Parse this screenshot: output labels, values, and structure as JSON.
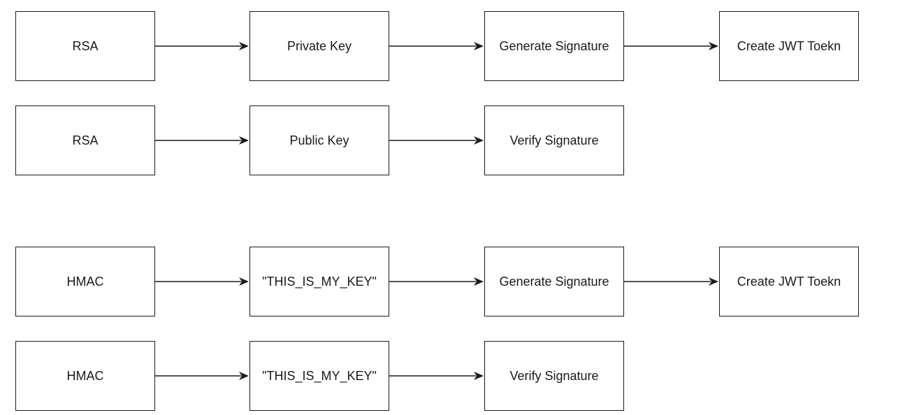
{
  "colors": {
    "background": "#ffffff",
    "stroke": "#1a1a1a",
    "text": "#1a1a1a"
  },
  "flows": [
    {
      "id": "rsa-sign",
      "steps": [
        "RSA",
        "Private Key",
        "Generate Signature",
        "Create JWT Toekn"
      ]
    },
    {
      "id": "rsa-verify",
      "steps": [
        "RSA",
        "Public Key",
        "Verify Signature"
      ]
    },
    {
      "id": "hmac-sign",
      "steps": [
        "HMAC",
        "\"THIS_IS_MY_KEY\"",
        "Generate Signature",
        "Create JWT Toekn"
      ]
    },
    {
      "id": "hmac-verify",
      "steps": [
        "HMAC",
        "\"THIS_IS_MY_KEY\"",
        "Verify Signature"
      ]
    }
  ]
}
